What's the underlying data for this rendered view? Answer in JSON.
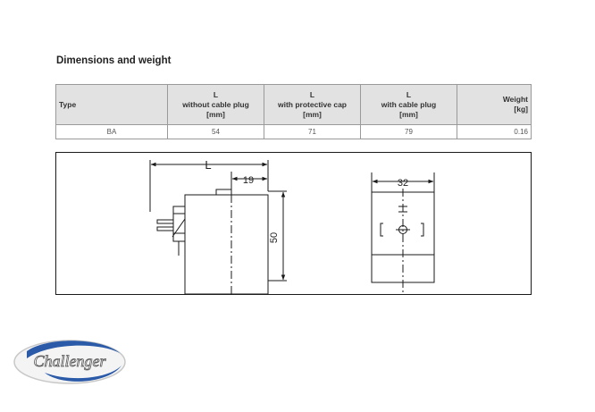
{
  "section": {
    "title": "Dimensions and weight"
  },
  "table": {
    "headers": [
      {
        "lines": [
          "",
          "Type",
          ""
        ]
      },
      {
        "lines": [
          "L",
          "without cable plug",
          "[mm]"
        ]
      },
      {
        "lines": [
          "L",
          "with protective cap",
          "[mm]"
        ]
      },
      {
        "lines": [
          "L",
          "with cable plug",
          "[mm]"
        ]
      },
      {
        "lines": [
          "",
          "Weight",
          "[kg]"
        ]
      }
    ],
    "rows": [
      [
        "BA",
        "54",
        "71",
        "79",
        "0.16"
      ]
    ]
  },
  "drawing": {
    "dim_length": "L",
    "dim_offset": "19",
    "dim_height": "50",
    "dim_width": "32"
  },
  "logo": {
    "text": "Challenger"
  },
  "colors": {
    "header_bg": "#e2e2e2",
    "border": "#9a9a9a",
    "line": "#1a1a1a",
    "logo_blue": "#2a5aa8"
  }
}
